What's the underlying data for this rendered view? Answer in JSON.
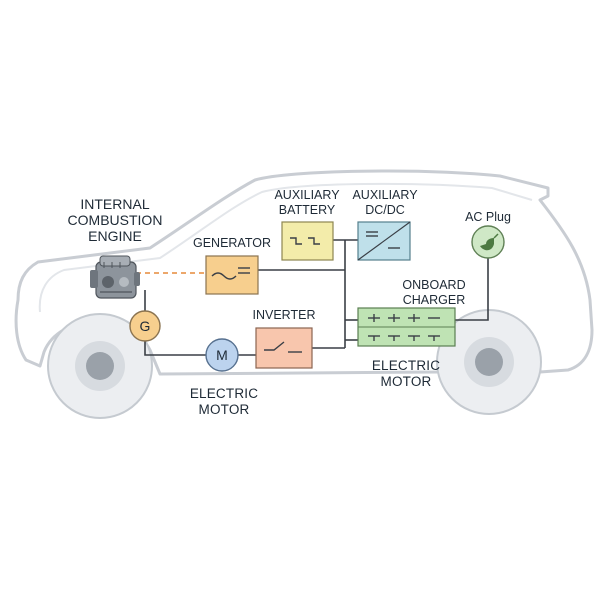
{
  "labels": {
    "ice_line1": "INTERNAL",
    "ice_line2": "COMBUSTION",
    "ice_line3": "ENGINE",
    "generator": "GENERATOR",
    "aux_battery_line1": "AUXILIARY",
    "aux_battery_line2": "BATTERY",
    "aux_dcdc_line1": "AUXILIARY",
    "aux_dcdc_line2": "DC/DC",
    "ac_plug": "AC Plug",
    "inverter": "INVERTER",
    "onboard_charger_line1": "ONBOARD",
    "onboard_charger_line2": "CHARGER",
    "electric_motor_right_line1": "ELECTRIC",
    "electric_motor_right_line2": "MOTOR",
    "electric_motor_left_line1": "ELECTRIC",
    "electric_motor_left_line2": "MOTOR",
    "generator_symbol": "G",
    "motor_symbol": "M"
  },
  "colors": {
    "car_outline": "#c9cdd3",
    "generator_box": "#f7cf8e",
    "aux_battery_box": "#f3ecaa",
    "dcdc_box": "#bfe0ea",
    "inverter_box": "#f8c6ad",
    "charger_box": "#bfe3b4",
    "g_circle": "#f7cf8e",
    "m_circle": "#bcd3ee",
    "ac_plug_circle": "#cfe8c6",
    "wire": "#3a3f46",
    "mech_link": "#e58a3a"
  }
}
